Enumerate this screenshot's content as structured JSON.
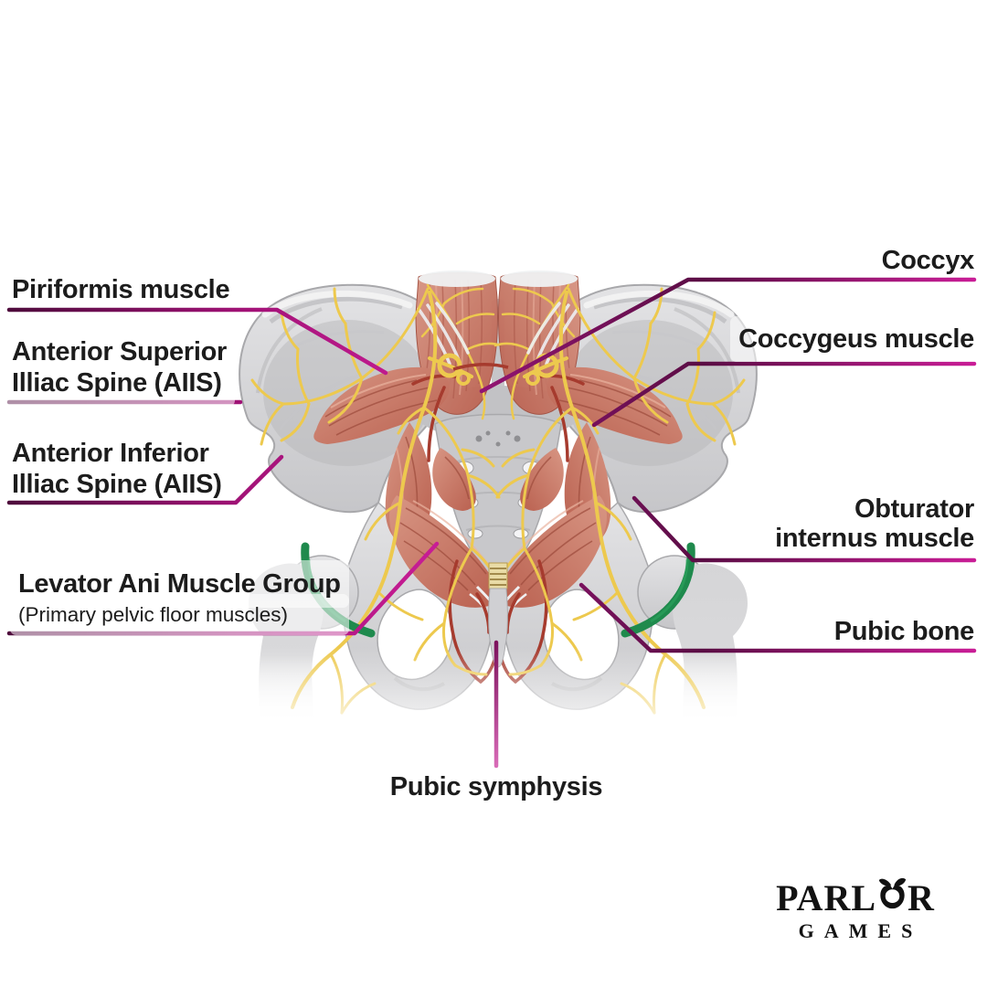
{
  "figure": {
    "name": "pelvic-floor-anatomy-illustration",
    "palette": {
      "leader_dark": "#4e0b3c",
      "leader_bright": "#c91d96",
      "text": "#1c1c1c",
      "bone_light": "#e3e3e5",
      "bone_mid": "#c8c8cb",
      "bone_shadow": "#a9a9ac",
      "muscle_light": "#d89684",
      "muscle_dark": "#b9604f",
      "nerve_yellow": "#edc94e",
      "ligament_green": "#1f8a4d",
      "vessel_red": "#a63b2e"
    }
  },
  "labels": {
    "piriformis": {
      "text": "Piriformis muscle"
    },
    "asis_superior": {
      "line1": "Anterior Superior",
      "line2": "Illiac Spine (AIIS)"
    },
    "asis_inferior": {
      "line1": "Anterior Inferior",
      "line2": "Illiac Spine (AIIS)"
    },
    "levator": {
      "text": "Levator Ani Muscle Group",
      "subtext": "(Primary pelvic floor muscles)"
    },
    "coccyx": {
      "text": "Coccyx"
    },
    "coccygeus": {
      "text": "Coccygeus muscle"
    },
    "obturator": {
      "line1": "Obturator",
      "line2": "internus muscle"
    },
    "pubic_bone": {
      "text": "Pubic bone"
    },
    "pubic_symphysis": {
      "text": "Pubic symphysis"
    }
  },
  "logo": {
    "name_part1": "PARL",
    "name_part2": "R",
    "icon": "apple-icon",
    "subtitle": "GAMES"
  }
}
